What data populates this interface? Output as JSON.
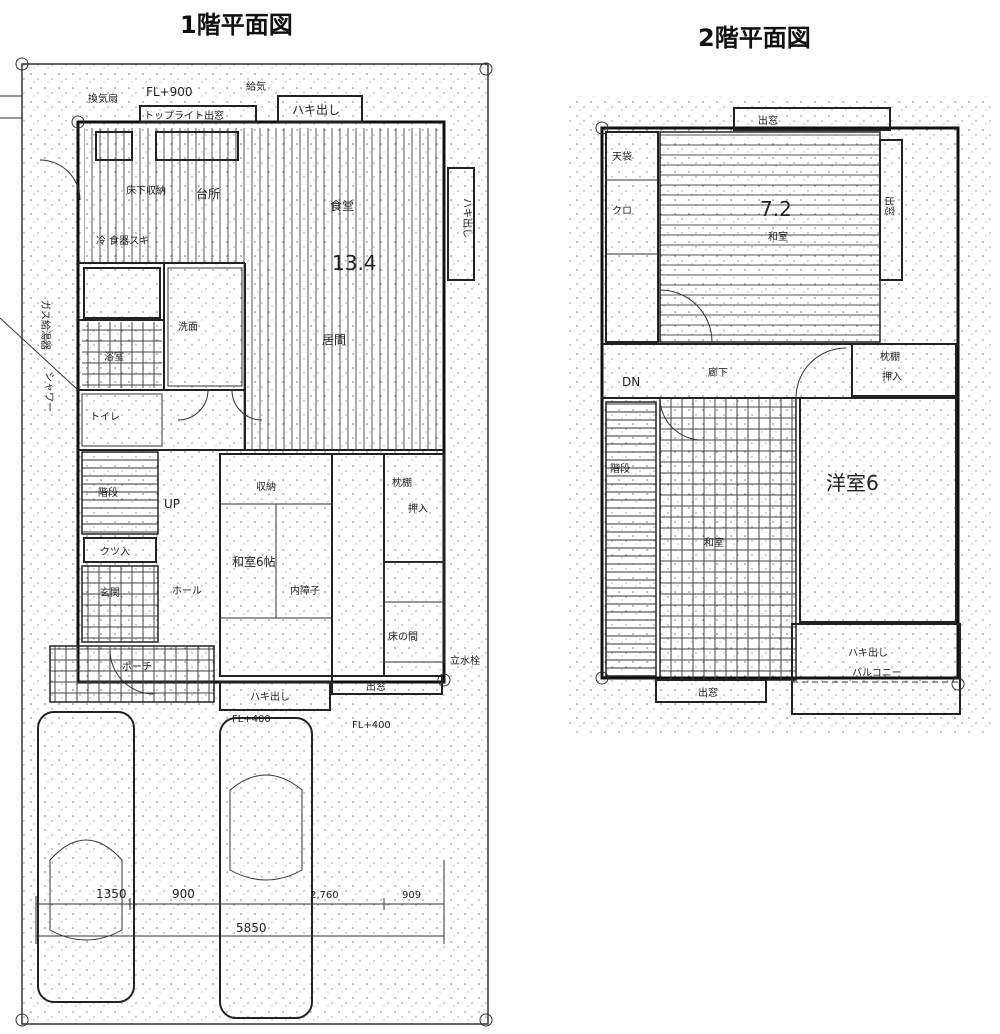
{
  "titles": {
    "floor1": "1階平面図",
    "floor2": "2階平面図"
  },
  "floor1": {
    "rooms": {
      "kitchen": "台所",
      "dining": "食堂",
      "dining_size": "13.4",
      "living": "居間",
      "washroom": "洗面",
      "bath": "浴室",
      "toilet": "トイレ",
      "stairs": "階段",
      "entrance": "玄関",
      "hall": "ホール",
      "porch": "ポーチ",
      "washitsu": "和室6帖",
      "kura": "収納",
      "oshiire": "押入",
      "makura": "枕棚",
      "tokonoma": "床の間"
    },
    "labels": {
      "fl900": "FL+900",
      "kyuki": "給気",
      "kanki": "換気扇",
      "toplight": "トップライト出窓",
      "hakidashi_top": "ハキ出し",
      "hakidashi_side": "ハキ出し",
      "tokodan": "床下収納",
      "reizo": "冷 食器スキ",
      "gas": "ガス給湯器",
      "shower": "シャワー",
      "up": "UP",
      "kutsu": "クツ入",
      "uchiro": "内障子",
      "hakidashi_bottom": "ハキ出し",
      "demado": "出窓",
      "fl400a": "FL+400",
      "fl400b": "FL+400",
      "tatesen": "立水栓",
      "d1": "1350",
      "d2": "900",
      "d3": "2,760",
      "d4": "909",
      "total": "5850"
    }
  },
  "floor2": {
    "rooms": {
      "washitsu": "和室",
      "washitsu_size": "7.2",
      "tenbukuro": "天袋",
      "kuro": "クロ",
      "roka": "廊下",
      "dn": "DN",
      "kaidan": "階段",
      "yoshitsu": "洋室6",
      "oshiire": "押入",
      "makura": "枕棚",
      "washitsu2": "和室"
    },
    "labels": {
      "demado_top": "出窓",
      "demado_side": "出窓",
      "hakidashi": "ハキ出し",
      "balcony": "バルコニー",
      "demado_bottom": "出窓"
    }
  }
}
